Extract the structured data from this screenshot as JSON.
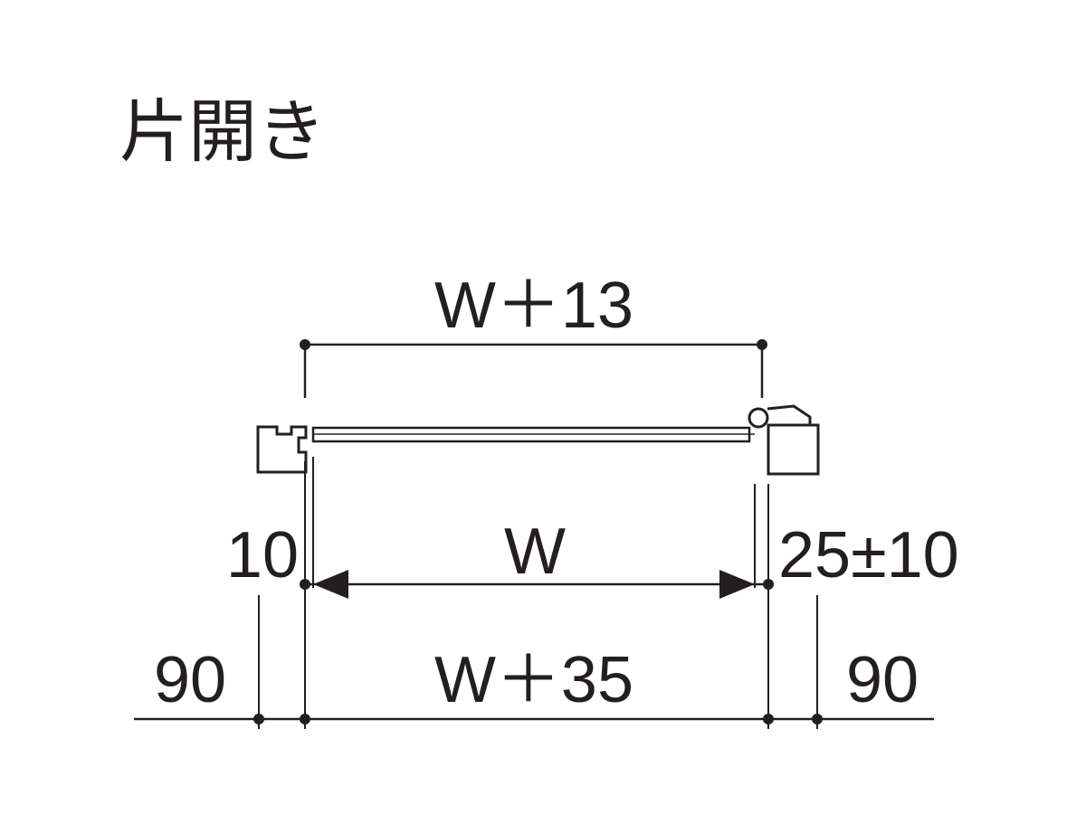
{
  "title": "片開き",
  "dimensions": {
    "top_overall": "W＋13",
    "opening_width": "W",
    "bottom_overall": "W＋35",
    "left_gap": "10",
    "right_gap": "25±10",
    "left_post": "90",
    "right_post": "90"
  },
  "colors": {
    "ink": "#231f20",
    "background": "#ffffff"
  }
}
